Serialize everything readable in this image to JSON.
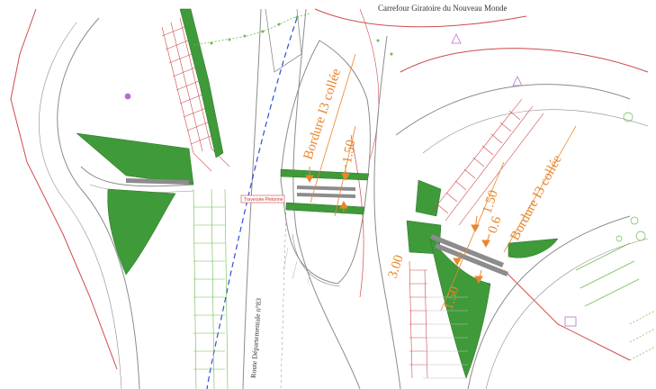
{
  "drawing": {
    "title": "Carrefour Giratoire du Nouveau Monde",
    "road_label": "Route Départementale n°83",
    "small_label": "Traversée Piétonne",
    "annotations": {
      "bordure_left": "Bordure I3 collée",
      "bordure_right": "Bordure I3 collée",
      "dim_150_left": "1.50",
      "dim_150_right_top": "1.50",
      "dim_06": "0.6",
      "dim_300": "3.00",
      "dim_150_right_bottom": "1.50"
    }
  },
  "colors": {
    "green_fill": "#3f9a3a",
    "orange": "#e8862a",
    "red_line": "#d04a4a",
    "grey_line": "#8c8c8c",
    "blue_dash": "#2e4fd6",
    "light_green": "#6dbb4a",
    "purple": "#b56fcf"
  }
}
